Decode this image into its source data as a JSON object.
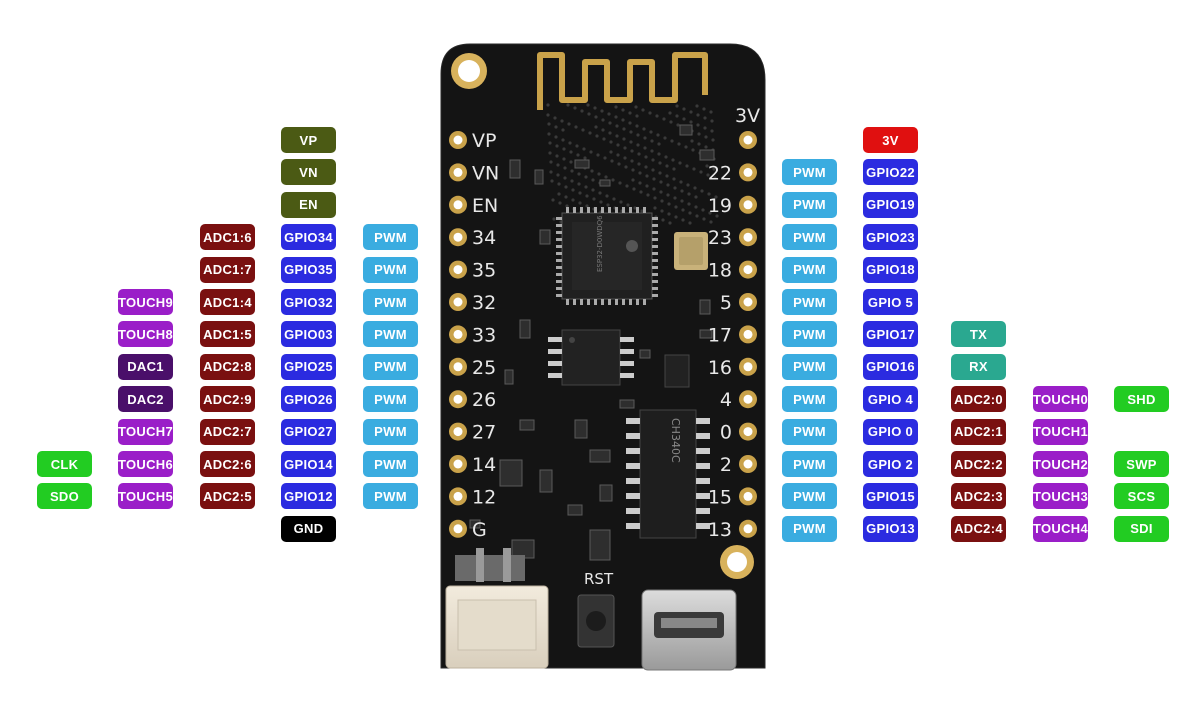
{
  "board": {
    "silkscreen_left": [
      "VP",
      "VN",
      "EN",
      "34",
      "35",
      "32",
      "33",
      "25",
      "26",
      "27",
      "14",
      "12",
      "G"
    ],
    "silkscreen_right": [
      "3V",
      "22",
      "19",
      "23",
      "18",
      "5",
      "17",
      "16",
      "4",
      "0",
      "2",
      "15",
      "13"
    ],
    "silkscreen_top_right": "3V",
    "rst_label": "RST",
    "plus_label": "+",
    "chip1_text": "ESP32-D0WDQ6",
    "chip3_text": "CH340C"
  },
  "colors": {
    "power": "#4b5a14",
    "adc1": "#7a1010",
    "adc2": "#7a1010",
    "touch": "#9a1ec8",
    "dac": "#4a0f6a",
    "gpio": "#2b2be0",
    "pwm": "#3aace0",
    "gnd": "#000000",
    "v3": "#e01010",
    "uart": "#2aa890",
    "flash": "#22cc22"
  },
  "left_rows": [
    {
      "pin": "VP",
      "cols": [
        null,
        null,
        null,
        {
          "t": "VP",
          "c": "power"
        },
        null
      ]
    },
    {
      "pin": "VN",
      "cols": [
        null,
        null,
        null,
        {
          "t": "VN",
          "c": "power"
        },
        null
      ]
    },
    {
      "pin": "EN",
      "cols": [
        null,
        null,
        null,
        {
          "t": "EN",
          "c": "power"
        },
        null
      ]
    },
    {
      "pin": "34",
      "cols": [
        null,
        null,
        {
          "t": "ADC1:6",
          "c": "adc1"
        },
        {
          "t": "GPIO34",
          "c": "gpio"
        },
        {
          "t": "PWM",
          "c": "pwm"
        }
      ]
    },
    {
      "pin": "35",
      "cols": [
        null,
        null,
        {
          "t": "ADC1:7",
          "c": "adc1"
        },
        {
          "t": "GPIO35",
          "c": "gpio"
        },
        {
          "t": "PWM",
          "c": "pwm"
        }
      ]
    },
    {
      "pin": "32",
      "cols": [
        null,
        {
          "t": "TOUCH9",
          "c": "touch"
        },
        {
          "t": "ADC1:4",
          "c": "adc1"
        },
        {
          "t": "GPIO32",
          "c": "gpio"
        },
        {
          "t": "PWM",
          "c": "pwm"
        }
      ]
    },
    {
      "pin": "33",
      "cols": [
        null,
        {
          "t": "TOUCH8",
          "c": "touch"
        },
        {
          "t": "ADC1:5",
          "c": "adc1"
        },
        {
          "t": "GPIO03",
          "c": "gpio"
        },
        {
          "t": "PWM",
          "c": "pwm"
        }
      ]
    },
    {
      "pin": "25",
      "cols": [
        null,
        {
          "t": "DAC1",
          "c": "dac"
        },
        {
          "t": "ADC2:8",
          "c": "adc2"
        },
        {
          "t": "GPIO25",
          "c": "gpio"
        },
        {
          "t": "PWM",
          "c": "pwm"
        }
      ]
    },
    {
      "pin": "26",
      "cols": [
        null,
        {
          "t": "DAC2",
          "c": "dac"
        },
        {
          "t": "ADC2:9",
          "c": "adc2"
        },
        {
          "t": "GPIO26",
          "c": "gpio"
        },
        {
          "t": "PWM",
          "c": "pwm"
        }
      ]
    },
    {
      "pin": "27",
      "cols": [
        null,
        {
          "t": "TOUCH7",
          "c": "touch"
        },
        {
          "t": "ADC2:7",
          "c": "adc2"
        },
        {
          "t": "GPIO27",
          "c": "gpio"
        },
        {
          "t": "PWM",
          "c": "pwm"
        }
      ]
    },
    {
      "pin": "14",
      "cols": [
        {
          "t": "CLK",
          "c": "flash"
        },
        {
          "t": "TOUCH6",
          "c": "touch"
        },
        {
          "t": "ADC2:6",
          "c": "adc2"
        },
        {
          "t": "GPIO14",
          "c": "gpio"
        },
        {
          "t": "PWM",
          "c": "pwm"
        }
      ]
    },
    {
      "pin": "12",
      "cols": [
        {
          "t": "SDO",
          "c": "flash"
        },
        {
          "t": "TOUCH5",
          "c": "touch"
        },
        {
          "t": "ADC2:5",
          "c": "adc2"
        },
        {
          "t": "GPIO12",
          "c": "gpio"
        },
        {
          "t": "PWM",
          "c": "pwm"
        }
      ]
    },
    {
      "pin": "G",
      "cols": [
        null,
        null,
        null,
        {
          "t": "GND",
          "c": "gnd"
        },
        null
      ]
    }
  ],
  "right_rows": [
    {
      "pin": "3V",
      "cols": [
        null,
        {
          "t": "3V",
          "c": "v3"
        },
        null,
        null,
        null
      ]
    },
    {
      "pin": "22",
      "cols": [
        {
          "t": "PWM",
          "c": "pwm"
        },
        {
          "t": "GPIO22",
          "c": "gpio"
        },
        null,
        null,
        null
      ]
    },
    {
      "pin": "19",
      "cols": [
        {
          "t": "PWM",
          "c": "pwm"
        },
        {
          "t": "GPIO19",
          "c": "gpio"
        },
        null,
        null,
        null
      ]
    },
    {
      "pin": "23",
      "cols": [
        {
          "t": "PWM",
          "c": "pwm"
        },
        {
          "t": "GPIO23",
          "c": "gpio"
        },
        null,
        null,
        null
      ]
    },
    {
      "pin": "18",
      "cols": [
        {
          "t": "PWM",
          "c": "pwm"
        },
        {
          "t": "GPIO18",
          "c": "gpio"
        },
        null,
        null,
        null
      ]
    },
    {
      "pin": "5",
      "cols": [
        {
          "t": "PWM",
          "c": "pwm"
        },
        {
          "t": "GPIO 5",
          "c": "gpio"
        },
        null,
        null,
        null
      ]
    },
    {
      "pin": "17",
      "cols": [
        {
          "t": "PWM",
          "c": "pwm"
        },
        {
          "t": "GPIO17",
          "c": "gpio"
        },
        {
          "t": "TX",
          "c": "uart"
        },
        null,
        null
      ]
    },
    {
      "pin": "16",
      "cols": [
        {
          "t": "PWM",
          "c": "pwm"
        },
        {
          "t": "GPIO16",
          "c": "gpio"
        },
        {
          "t": "RX",
          "c": "uart"
        },
        null,
        null
      ]
    },
    {
      "pin": "4",
      "cols": [
        {
          "t": "PWM",
          "c": "pwm"
        },
        {
          "t": "GPIO 4",
          "c": "gpio"
        },
        {
          "t": "ADC2:0",
          "c": "adc2"
        },
        {
          "t": "TOUCH0",
          "c": "touch"
        },
        {
          "t": "SHD",
          "c": "flash"
        }
      ]
    },
    {
      "pin": "0",
      "cols": [
        {
          "t": "PWM",
          "c": "pwm"
        },
        {
          "t": "GPIO 0",
          "c": "gpio"
        },
        {
          "t": "ADC2:1",
          "c": "adc2"
        },
        {
          "t": "TOUCH1",
          "c": "touch"
        },
        null
      ]
    },
    {
      "pin": "2",
      "cols": [
        {
          "t": "PWM",
          "c": "pwm"
        },
        {
          "t": "GPIO 2",
          "c": "gpio"
        },
        {
          "t": "ADC2:2",
          "c": "adc2"
        },
        {
          "t": "TOUCH2",
          "c": "touch"
        },
        {
          "t": "SWP",
          "c": "flash"
        }
      ]
    },
    {
      "pin": "15",
      "cols": [
        {
          "t": "PWM",
          "c": "pwm"
        },
        {
          "t": "GPIO15",
          "c": "gpio"
        },
        {
          "t": "ADC2:3",
          "c": "adc2"
        },
        {
          "t": "TOUCH3",
          "c": "touch"
        },
        {
          "t": "SCS",
          "c": "flash"
        }
      ]
    },
    {
      "pin": "13",
      "cols": [
        {
          "t": "PWM",
          "c": "pwm"
        },
        {
          "t": "GPIO13",
          "c": "gpio"
        },
        {
          "t": "ADC2:4",
          "c": "adc2"
        },
        {
          "t": "TOUCH4",
          "c": "touch"
        },
        {
          "t": "SDI",
          "c": "flash"
        }
      ]
    }
  ]
}
